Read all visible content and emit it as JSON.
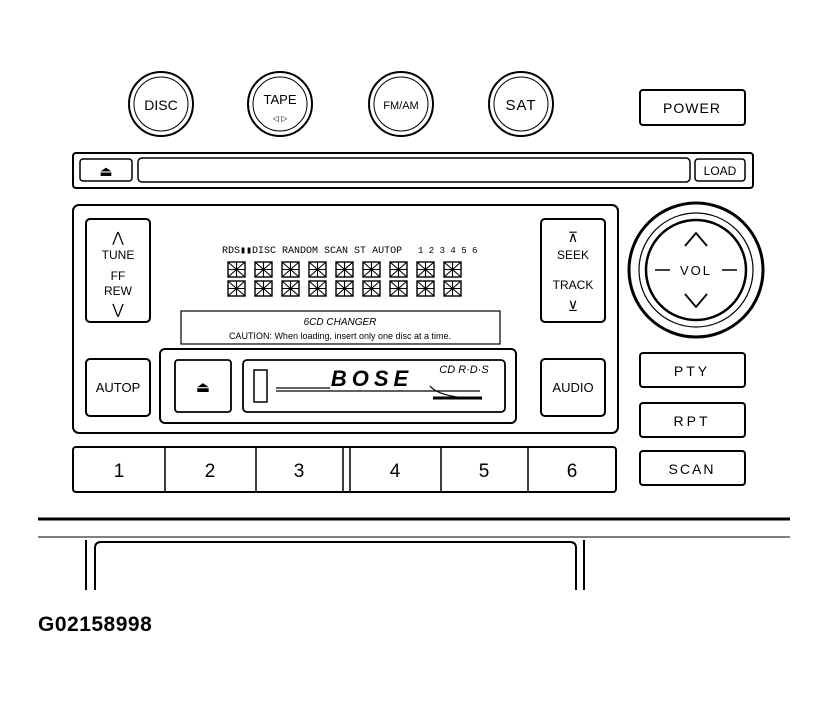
{
  "source_buttons": [
    {
      "label": "DISC",
      "sub": ""
    },
    {
      "label": "TAPE",
      "sub": "◁ ▷"
    },
    {
      "label": "FM/AM",
      "sub": ""
    },
    {
      "label": "SAT",
      "sub": ""
    }
  ],
  "power_label": "POWER",
  "cd_slot": {
    "eject_symbol": "⏏",
    "load_label": "LOAD"
  },
  "tune_button": {
    "up": "⋀",
    "tune": "TUNE",
    "ff": "FF",
    "rew": "REW",
    "down": "⋁"
  },
  "seek_button": {
    "top": "⊼",
    "seek": "SEEK",
    "track": "TRACK",
    "bottom": "⊻"
  },
  "display": {
    "indicators": "RDS▮▮DISC RANDOM SCAN ST AUTOP",
    "disc_numbers": "1 2 3 4 5 6",
    "segments_count_label": "",
    "changer_title": "6CD CHANGER",
    "caution": "CAUTION: When loading, insert only one disc at a time."
  },
  "autop_label": "AUTOP",
  "audio_label": "AUDIO",
  "tape": {
    "eject_symbol": "⏏",
    "brand": "BOSE",
    "logo": "CD R·D·S"
  },
  "volume_label": "VOL",
  "presets": [
    "1",
    "2",
    "3",
    "4",
    "5",
    "6"
  ],
  "right_buttons": [
    "PTY",
    "RPT",
    "SCAN"
  ],
  "figure_id": "G02158998"
}
